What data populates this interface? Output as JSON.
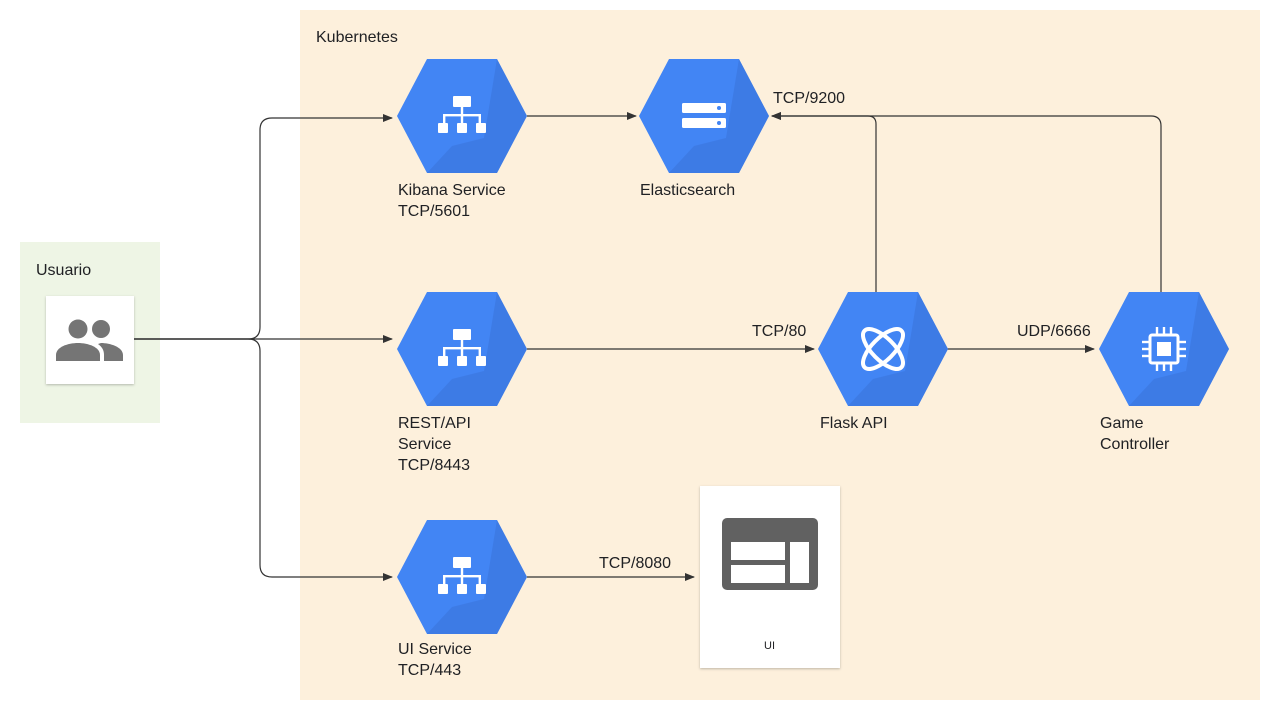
{
  "zones": {
    "kubernetes": "Kubernetes",
    "usuario": "Usuario"
  },
  "nodes": {
    "kibana": {
      "line1": "Kibana Service",
      "line2": "TCP/5601"
    },
    "elasticsearch": {
      "line1": "Elasticsearch"
    },
    "rest": {
      "line1": "REST/API",
      "line2": "Service",
      "line3": "TCP/8443"
    },
    "flask": {
      "line1": "Flask API"
    },
    "game": {
      "line1": "Game",
      "line2": "Controller"
    },
    "ui_service": {
      "line1": "UI Service",
      "line2": "TCP/443"
    },
    "ui_app": {
      "line1": "UI"
    }
  },
  "edges": {
    "tcp9200": "TCP/9200",
    "tcp80": "TCP/80",
    "udp6666": "UDP/6666",
    "tcp8080": "TCP/8080"
  },
  "icons": {
    "users": "users-icon",
    "service": "network-tree-icon",
    "elasticsearch": "server-storage-icon",
    "flask": "api-engine-icon",
    "game": "cpu-chip-icon",
    "ui": "web-layout-icon"
  },
  "colors": {
    "kubernetes_bg": "#fdf0dc",
    "usuario_bg": "#eef5e5",
    "hex_blue": "#4285f4",
    "hex_shade": "#3b73d9",
    "ui_icon_gray": "#616161"
  }
}
